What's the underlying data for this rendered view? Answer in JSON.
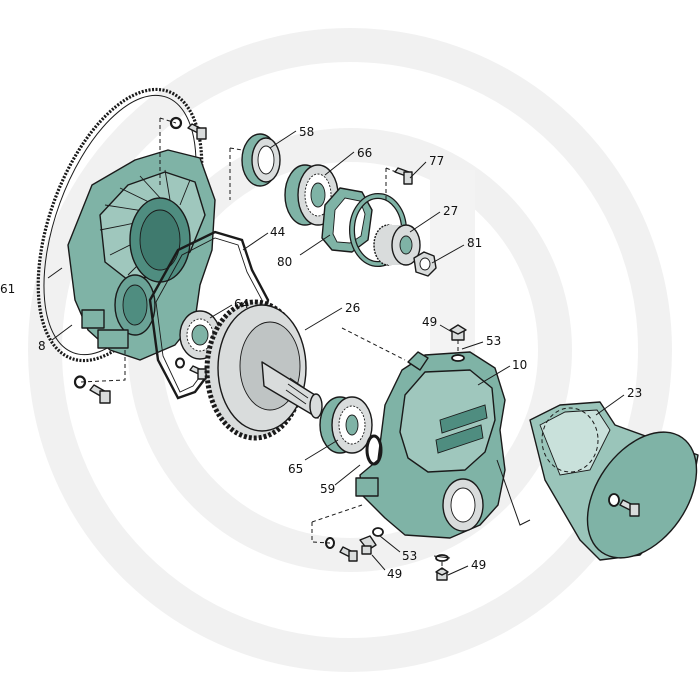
{
  "colors": {
    "part_fill": "#7fb3a6",
    "part_dark": "#4f8d80",
    "part_light": "#b8d8d0",
    "metal": "#d9dcdc",
    "watermark": "#f1f1f1",
    "ink": "#1a1a1a"
  },
  "callouts": [
    {
      "id": "58",
      "text": "58"
    },
    {
      "id": "66",
      "text": "66"
    },
    {
      "id": "77",
      "text": "77"
    },
    {
      "id": "27",
      "text": "27"
    },
    {
      "id": "81",
      "text": "81"
    },
    {
      "id": "44",
      "text": "44"
    },
    {
      "id": "80",
      "text": "80"
    },
    {
      "id": "61",
      "text": "61"
    },
    {
      "id": "8",
      "text": "8"
    },
    {
      "id": "64",
      "text": "64"
    },
    {
      "id": "26",
      "text": "26"
    },
    {
      "id": "49a",
      "text": "49"
    },
    {
      "id": "53a",
      "text": "53"
    },
    {
      "id": "10",
      "text": "10"
    },
    {
      "id": "23",
      "text": "23"
    },
    {
      "id": "65",
      "text": "65"
    },
    {
      "id": "59",
      "text": "59"
    },
    {
      "id": "53b",
      "text": "53"
    },
    {
      "id": "49b",
      "text": "49"
    },
    {
      "id": "49c",
      "text": "49"
    }
  ]
}
